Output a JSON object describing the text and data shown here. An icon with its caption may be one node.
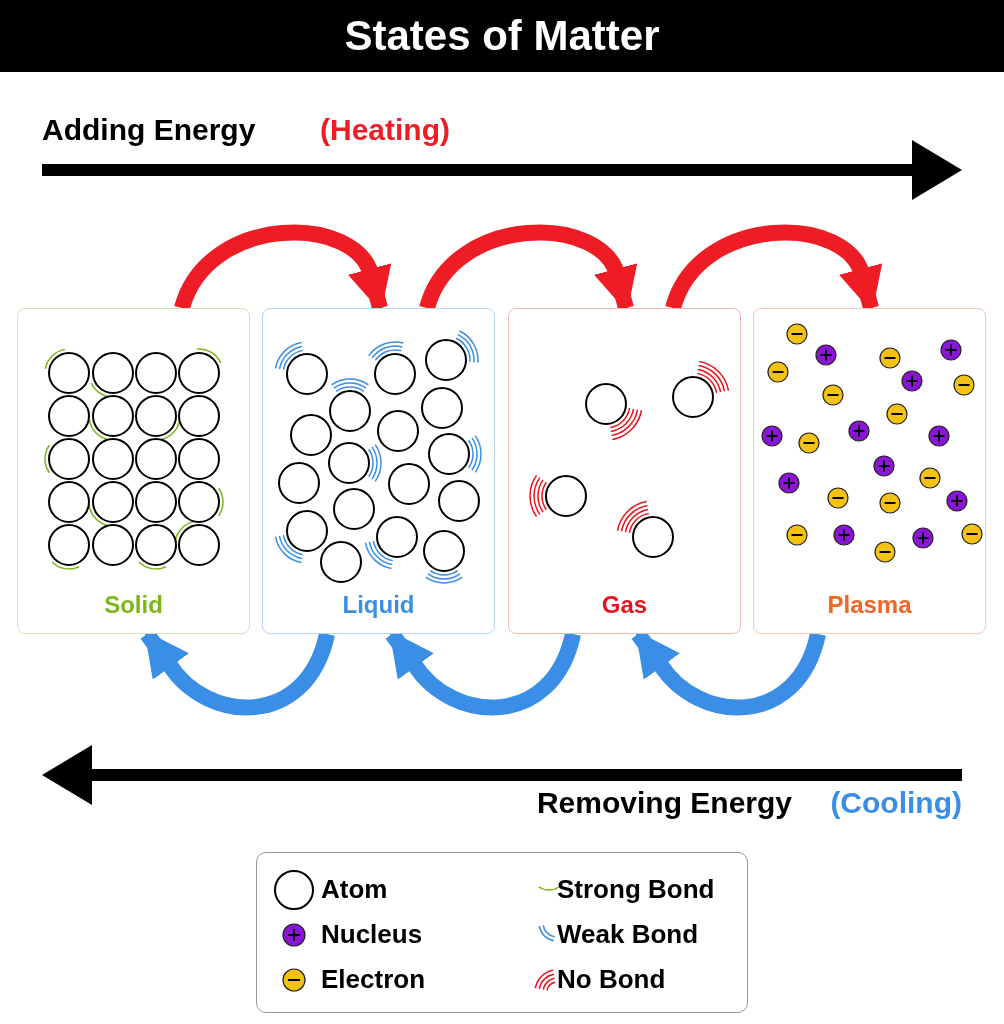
{
  "diagram": {
    "title": "States of Matter",
    "nodes": [
      {
        "text": [
          "Solid"
        ]
      },
      {
        "text": [
          "Liquid"
        ]
      },
      {
        "text": [
          "Gas"
        ]
      },
      {
        "text": [
          "Plasma"
        ]
      }
    ],
    "edges": [
      {
        "from": 0,
        "to": 1,
        "arrow": "to",
        "color": "#ee1c24"
      },
      {
        "from": 1,
        "to": 2,
        "arrow": "to",
        "color": "#ee1c24"
      },
      {
        "from": 2,
        "to": 3,
        "arrow": "to",
        "color": "#ee1c24"
      },
      {
        "from": 1,
        "to": 0,
        "arrow": "to",
        "color": "#3a8ee6"
      },
      {
        "from": 2,
        "to": 1,
        "arrow": "to",
        "color": "#3a8ee6"
      },
      {
        "from": 3,
        "to": 2,
        "arrow": "to",
        "color": "#3a8ee6"
      }
    ],
    "labels": [
      "Adding Energy",
      "(Heating)",
      "Removing Energy",
      "(Cooling)"
    ],
    "legend": [
      {
        "text": "Atom"
      },
      {
        "text": "Nucleus"
      },
      {
        "text": "Electron"
      },
      {
        "text": "Strong Bond"
      },
      {
        "text": "Weak Bond"
      },
      {
        "text": "No Bond"
      }
    ]
  }
}
